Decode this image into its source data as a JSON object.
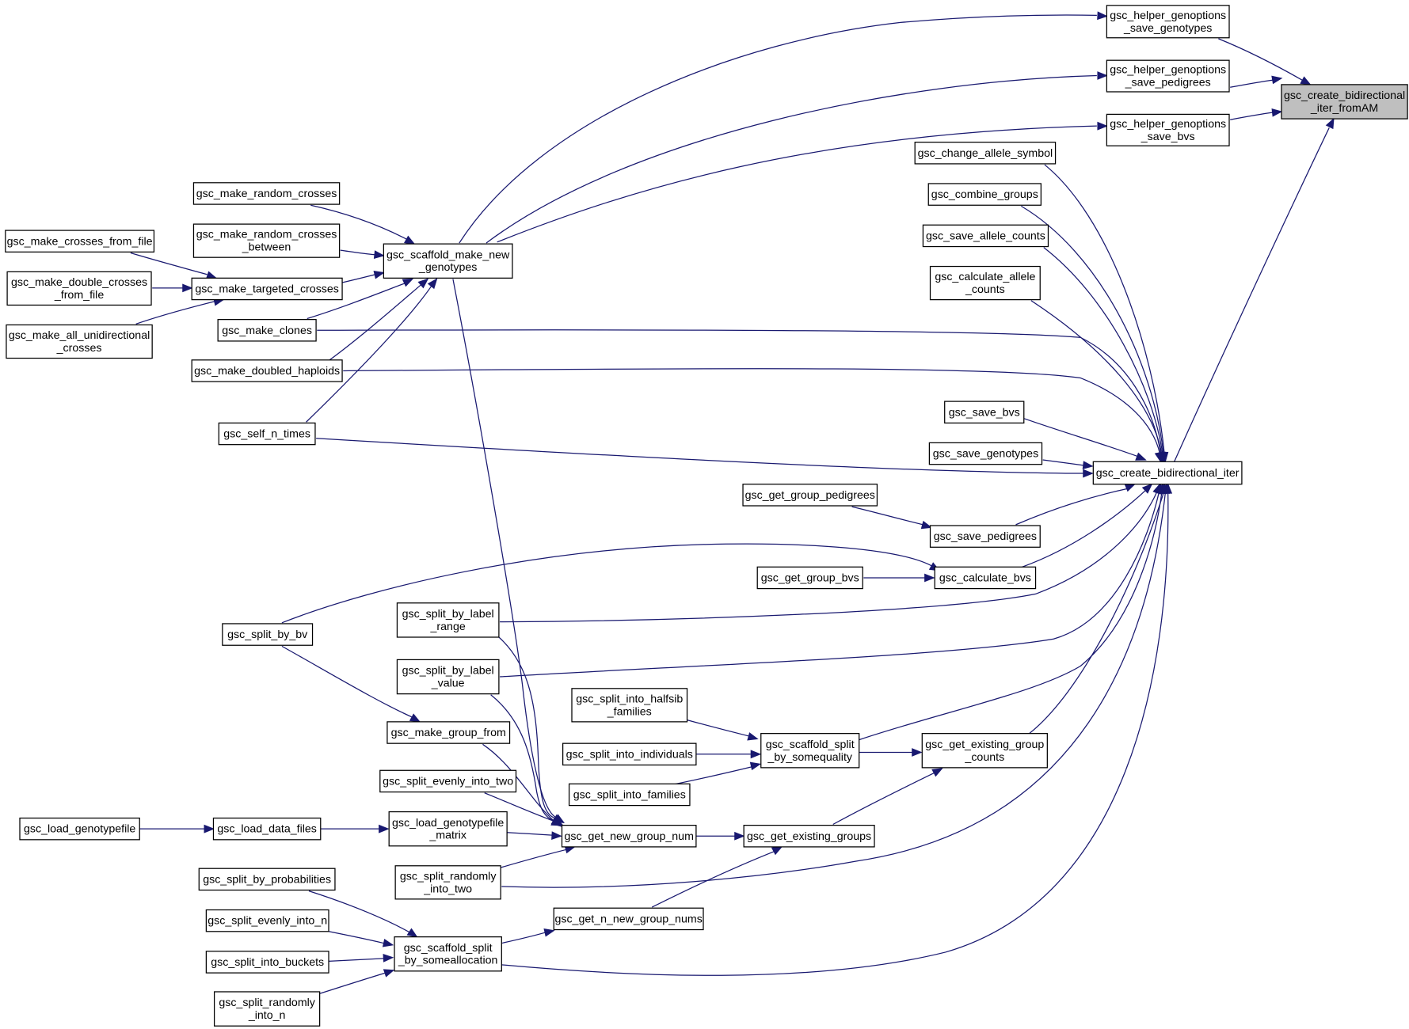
{
  "graph": {
    "nodes": [
      {
        "id": "t",
        "lines": [
          "gsc_create_bidirectional",
          "_iter_fromAM"
        ],
        "target": true
      },
      {
        "id": "hg",
        "lines": [
          "gsc_helper_genoptions",
          "_save_genotypes"
        ]
      },
      {
        "id": "hp",
        "lines": [
          "gsc_helper_genoptions",
          "_save_pedigrees"
        ]
      },
      {
        "id": "hb",
        "lines": [
          "gsc_helper_genoptions",
          "_save_bvs"
        ]
      },
      {
        "id": "cbi",
        "lines": [
          "gsc_create_bidirectional_iter"
        ]
      },
      {
        "id": "cas",
        "lines": [
          "gsc_change_allele_symbol"
        ]
      },
      {
        "id": "cg",
        "lines": [
          "gsc_combine_groups"
        ]
      },
      {
        "id": "sac",
        "lines": [
          "gsc_save_allele_counts"
        ]
      },
      {
        "id": "cac",
        "lines": [
          "gsc_calculate_allele",
          "_counts"
        ]
      },
      {
        "id": "sbv",
        "lines": [
          "gsc_save_bvs"
        ]
      },
      {
        "id": "sgt",
        "lines": [
          "gsc_save_genotypes"
        ]
      },
      {
        "id": "ggp",
        "lines": [
          "gsc_get_group_pedigrees"
        ]
      },
      {
        "id": "sped",
        "lines": [
          "gsc_save_pedigrees"
        ]
      },
      {
        "id": "ggb",
        "lines": [
          "gsc_get_group_bvs"
        ]
      },
      {
        "id": "cbv",
        "lines": [
          "gsc_calculate_bvs"
        ]
      },
      {
        "id": "smng",
        "lines": [
          "gsc_scaffold_make_new",
          "_genotypes"
        ]
      },
      {
        "id": "mrc",
        "lines": [
          "gsc_make_random_crosses"
        ]
      },
      {
        "id": "mrcb",
        "lines": [
          "gsc_make_random_crosses",
          "_between"
        ]
      },
      {
        "id": "mtc",
        "lines": [
          "gsc_make_targeted_crosses"
        ]
      },
      {
        "id": "mcff",
        "lines": [
          "gsc_make_crosses_from_file"
        ]
      },
      {
        "id": "mdcf",
        "lines": [
          "gsc_make_double_crosses",
          "_from_file"
        ]
      },
      {
        "id": "mauc",
        "lines": [
          "gsc_make_all_unidirectional",
          "_crosses"
        ]
      },
      {
        "id": "mcl",
        "lines": [
          "gsc_make_clones"
        ]
      },
      {
        "id": "mdh",
        "lines": [
          "gsc_make_doubled_haploids"
        ]
      },
      {
        "id": "snt",
        "lines": [
          "gsc_self_n_times"
        ]
      },
      {
        "id": "sbb",
        "lines": [
          "gsc_split_by_bv"
        ]
      },
      {
        "id": "sblr",
        "lines": [
          "gsc_split_by_label",
          "_range"
        ]
      },
      {
        "id": "sblv",
        "lines": [
          "gsc_split_by_label",
          "_value"
        ]
      },
      {
        "id": "mgf",
        "lines": [
          "gsc_make_group_from"
        ]
      },
      {
        "id": "sihf",
        "lines": [
          "gsc_split_into_halfsib",
          "_families"
        ]
      },
      {
        "id": "sii",
        "lines": [
          "gsc_split_into_individuals"
        ]
      },
      {
        "id": "sif",
        "lines": [
          "gsc_split_into_families"
        ]
      },
      {
        "id": "sssq",
        "lines": [
          "gsc_scaffold_split",
          "_by_somequality"
        ]
      },
      {
        "id": "gegc",
        "lines": [
          "gsc_get_existing_group",
          "_counts"
        ]
      },
      {
        "id": "seit",
        "lines": [
          "gsc_split_evenly_into_two"
        ]
      },
      {
        "id": "lgf",
        "lines": [
          "gsc_load_genotypefile"
        ]
      },
      {
        "id": "ldf",
        "lines": [
          "gsc_load_data_files"
        ]
      },
      {
        "id": "lgfm",
        "lines": [
          "gsc_load_genotypefile",
          "_matrix"
        ]
      },
      {
        "id": "gngn",
        "lines": [
          "gsc_get_new_group_num"
        ]
      },
      {
        "id": "geg",
        "lines": [
          "gsc_get_existing_groups"
        ]
      },
      {
        "id": "srit",
        "lines": [
          "gsc_split_randomly",
          "_into_two"
        ]
      },
      {
        "id": "sbp",
        "lines": [
          "gsc_split_by_probabilities"
        ]
      },
      {
        "id": "sein",
        "lines": [
          "gsc_split_evenly_into_n"
        ]
      },
      {
        "id": "gnngn",
        "lines": [
          "gsc_get_n_new_group_nums"
        ]
      },
      {
        "id": "ssa",
        "lines": [
          "gsc_scaffold_split",
          "_by_someallocation"
        ]
      },
      {
        "id": "sib",
        "lines": [
          "gsc_split_into_buckets"
        ]
      },
      {
        "id": "srin",
        "lines": [
          "gsc_split_randomly",
          "_into_n"
        ]
      }
    ],
    "edges": [
      {
        "from": "hg",
        "to": "t"
      },
      {
        "from": "hp",
        "to": "t"
      },
      {
        "from": "hb",
        "to": "t"
      },
      {
        "from": "cbi",
        "to": "t"
      },
      {
        "from": "smng",
        "to": "hg"
      },
      {
        "from": "smng",
        "to": "hp"
      },
      {
        "from": "smng",
        "to": "hb"
      },
      {
        "from": "cas",
        "to": "cbi"
      },
      {
        "from": "cg",
        "to": "cbi"
      },
      {
        "from": "sac",
        "to": "cbi"
      },
      {
        "from": "cac",
        "to": "cbi"
      },
      {
        "from": "mcl",
        "to": "cbi"
      },
      {
        "from": "mdh",
        "to": "cbi"
      },
      {
        "from": "sbv",
        "to": "cbi"
      },
      {
        "from": "sgt",
        "to": "cbi"
      },
      {
        "from": "snt",
        "to": "cbi"
      },
      {
        "from": "sped",
        "to": "cbi"
      },
      {
        "from": "cbv",
        "to": "cbi"
      },
      {
        "from": "sblr",
        "to": "cbi"
      },
      {
        "from": "sblv",
        "to": "cbi"
      },
      {
        "from": "sssq",
        "to": "cbi"
      },
      {
        "from": "gegc",
        "to": "cbi"
      },
      {
        "from": "srit",
        "to": "cbi"
      },
      {
        "from": "ssa",
        "to": "cbi"
      },
      {
        "from": "ggp",
        "to": "sped"
      },
      {
        "from": "ggb",
        "to": "cbv"
      },
      {
        "from": "sbb",
        "to": "cbv"
      },
      {
        "from": "mrc",
        "to": "smng"
      },
      {
        "from": "mrcb",
        "to": "smng"
      },
      {
        "from": "mtc",
        "to": "smng"
      },
      {
        "from": "mcl",
        "to": "smng"
      },
      {
        "from": "mdh",
        "to": "smng"
      },
      {
        "from": "snt",
        "to": "smng"
      },
      {
        "from": "mcff",
        "to": "mtc"
      },
      {
        "from": "mdcf",
        "to": "mtc"
      },
      {
        "from": "mauc",
        "to": "mtc"
      },
      {
        "from": "sbb",
        "to": "mgf"
      },
      {
        "from": "smng",
        "to": "gngn"
      },
      {
        "from": "sblr",
        "to": "gngn"
      },
      {
        "from": "sblv",
        "to": "gngn"
      },
      {
        "from": "mgf",
        "to": "gngn"
      },
      {
        "from": "seit",
        "to": "gngn"
      },
      {
        "from": "lgfm",
        "to": "gngn"
      },
      {
        "from": "srit",
        "to": "gngn"
      },
      {
        "from": "sihf",
        "to": "sssq"
      },
      {
        "from": "sii",
        "to": "sssq"
      },
      {
        "from": "sif",
        "to": "sssq"
      },
      {
        "from": "sssq",
        "to": "gegc"
      },
      {
        "from": "geg",
        "to": "gegc"
      },
      {
        "from": "gngn",
        "to": "geg"
      },
      {
        "from": "gnngn",
        "to": "geg"
      },
      {
        "from": "lgf",
        "to": "ldf"
      },
      {
        "from": "ldf",
        "to": "lgfm"
      },
      {
        "from": "ssa",
        "to": "gnngn"
      },
      {
        "from": "sbp",
        "to": "ssa"
      },
      {
        "from": "sein",
        "to": "ssa"
      },
      {
        "from": "sib",
        "to": "ssa"
      },
      {
        "from": "srin",
        "to": "ssa"
      }
    ]
  }
}
